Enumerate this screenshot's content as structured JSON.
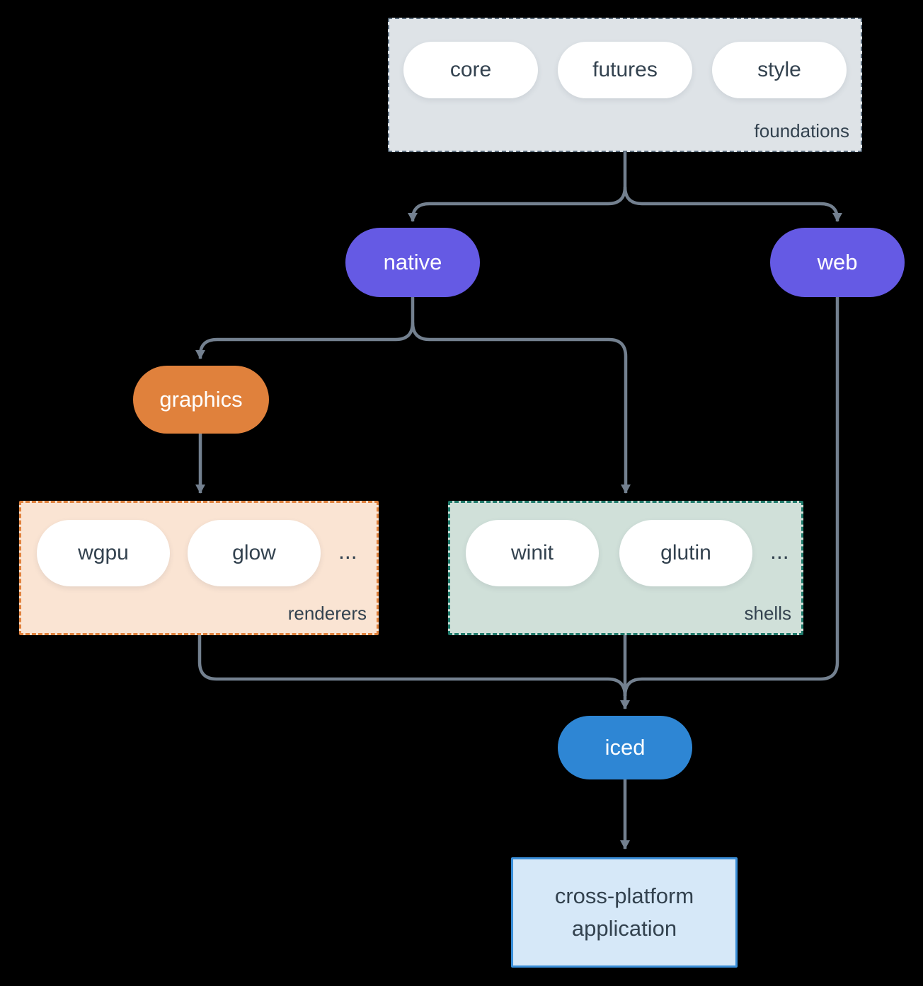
{
  "diagram": {
    "background_color": "#000000",
    "arrow_color": "#73808f",
    "text_color": "#33424f",
    "nodes": {
      "foundations": {
        "label": "foundations",
        "pills": [
          "core",
          "futures",
          "style"
        ],
        "bg_color": "#dee3e7",
        "border_color": "#5a6b7b",
        "border_style": "dashed"
      },
      "native": {
        "label": "native",
        "bg_color": "#655ae4"
      },
      "web": {
        "label": "web",
        "bg_color": "#655ae4"
      },
      "graphics": {
        "label": "graphics",
        "bg_color": "#e0813c"
      },
      "renderers": {
        "label": "renderers",
        "pills": [
          "wgpu",
          "glow"
        ],
        "ellipsis": "...",
        "bg_color": "#fae4d3",
        "border_color": "#e0813c",
        "border_style": "dashed"
      },
      "shells": {
        "label": "shells",
        "pills": [
          "winit",
          "glutin"
        ],
        "ellipsis": "...",
        "bg_color": "#d0e0d9",
        "border_color": "#1f7a6b",
        "border_style": "dashed"
      },
      "iced": {
        "label": "iced",
        "bg_color": "#2e86d4"
      },
      "application": {
        "label": "cross-platform application",
        "bg_color": "#d6e8f8",
        "border_color": "#3a8ed8"
      }
    },
    "edges": [
      {
        "from": "foundations",
        "to": "native"
      },
      {
        "from": "foundations",
        "to": "web"
      },
      {
        "from": "native",
        "to": "graphics"
      },
      {
        "from": "native",
        "to": "shells"
      },
      {
        "from": "graphics",
        "to": "renderers"
      },
      {
        "from": "renderers",
        "to": "iced"
      },
      {
        "from": "shells",
        "to": "iced"
      },
      {
        "from": "web",
        "to": "iced"
      },
      {
        "from": "iced",
        "to": "application"
      }
    ]
  }
}
